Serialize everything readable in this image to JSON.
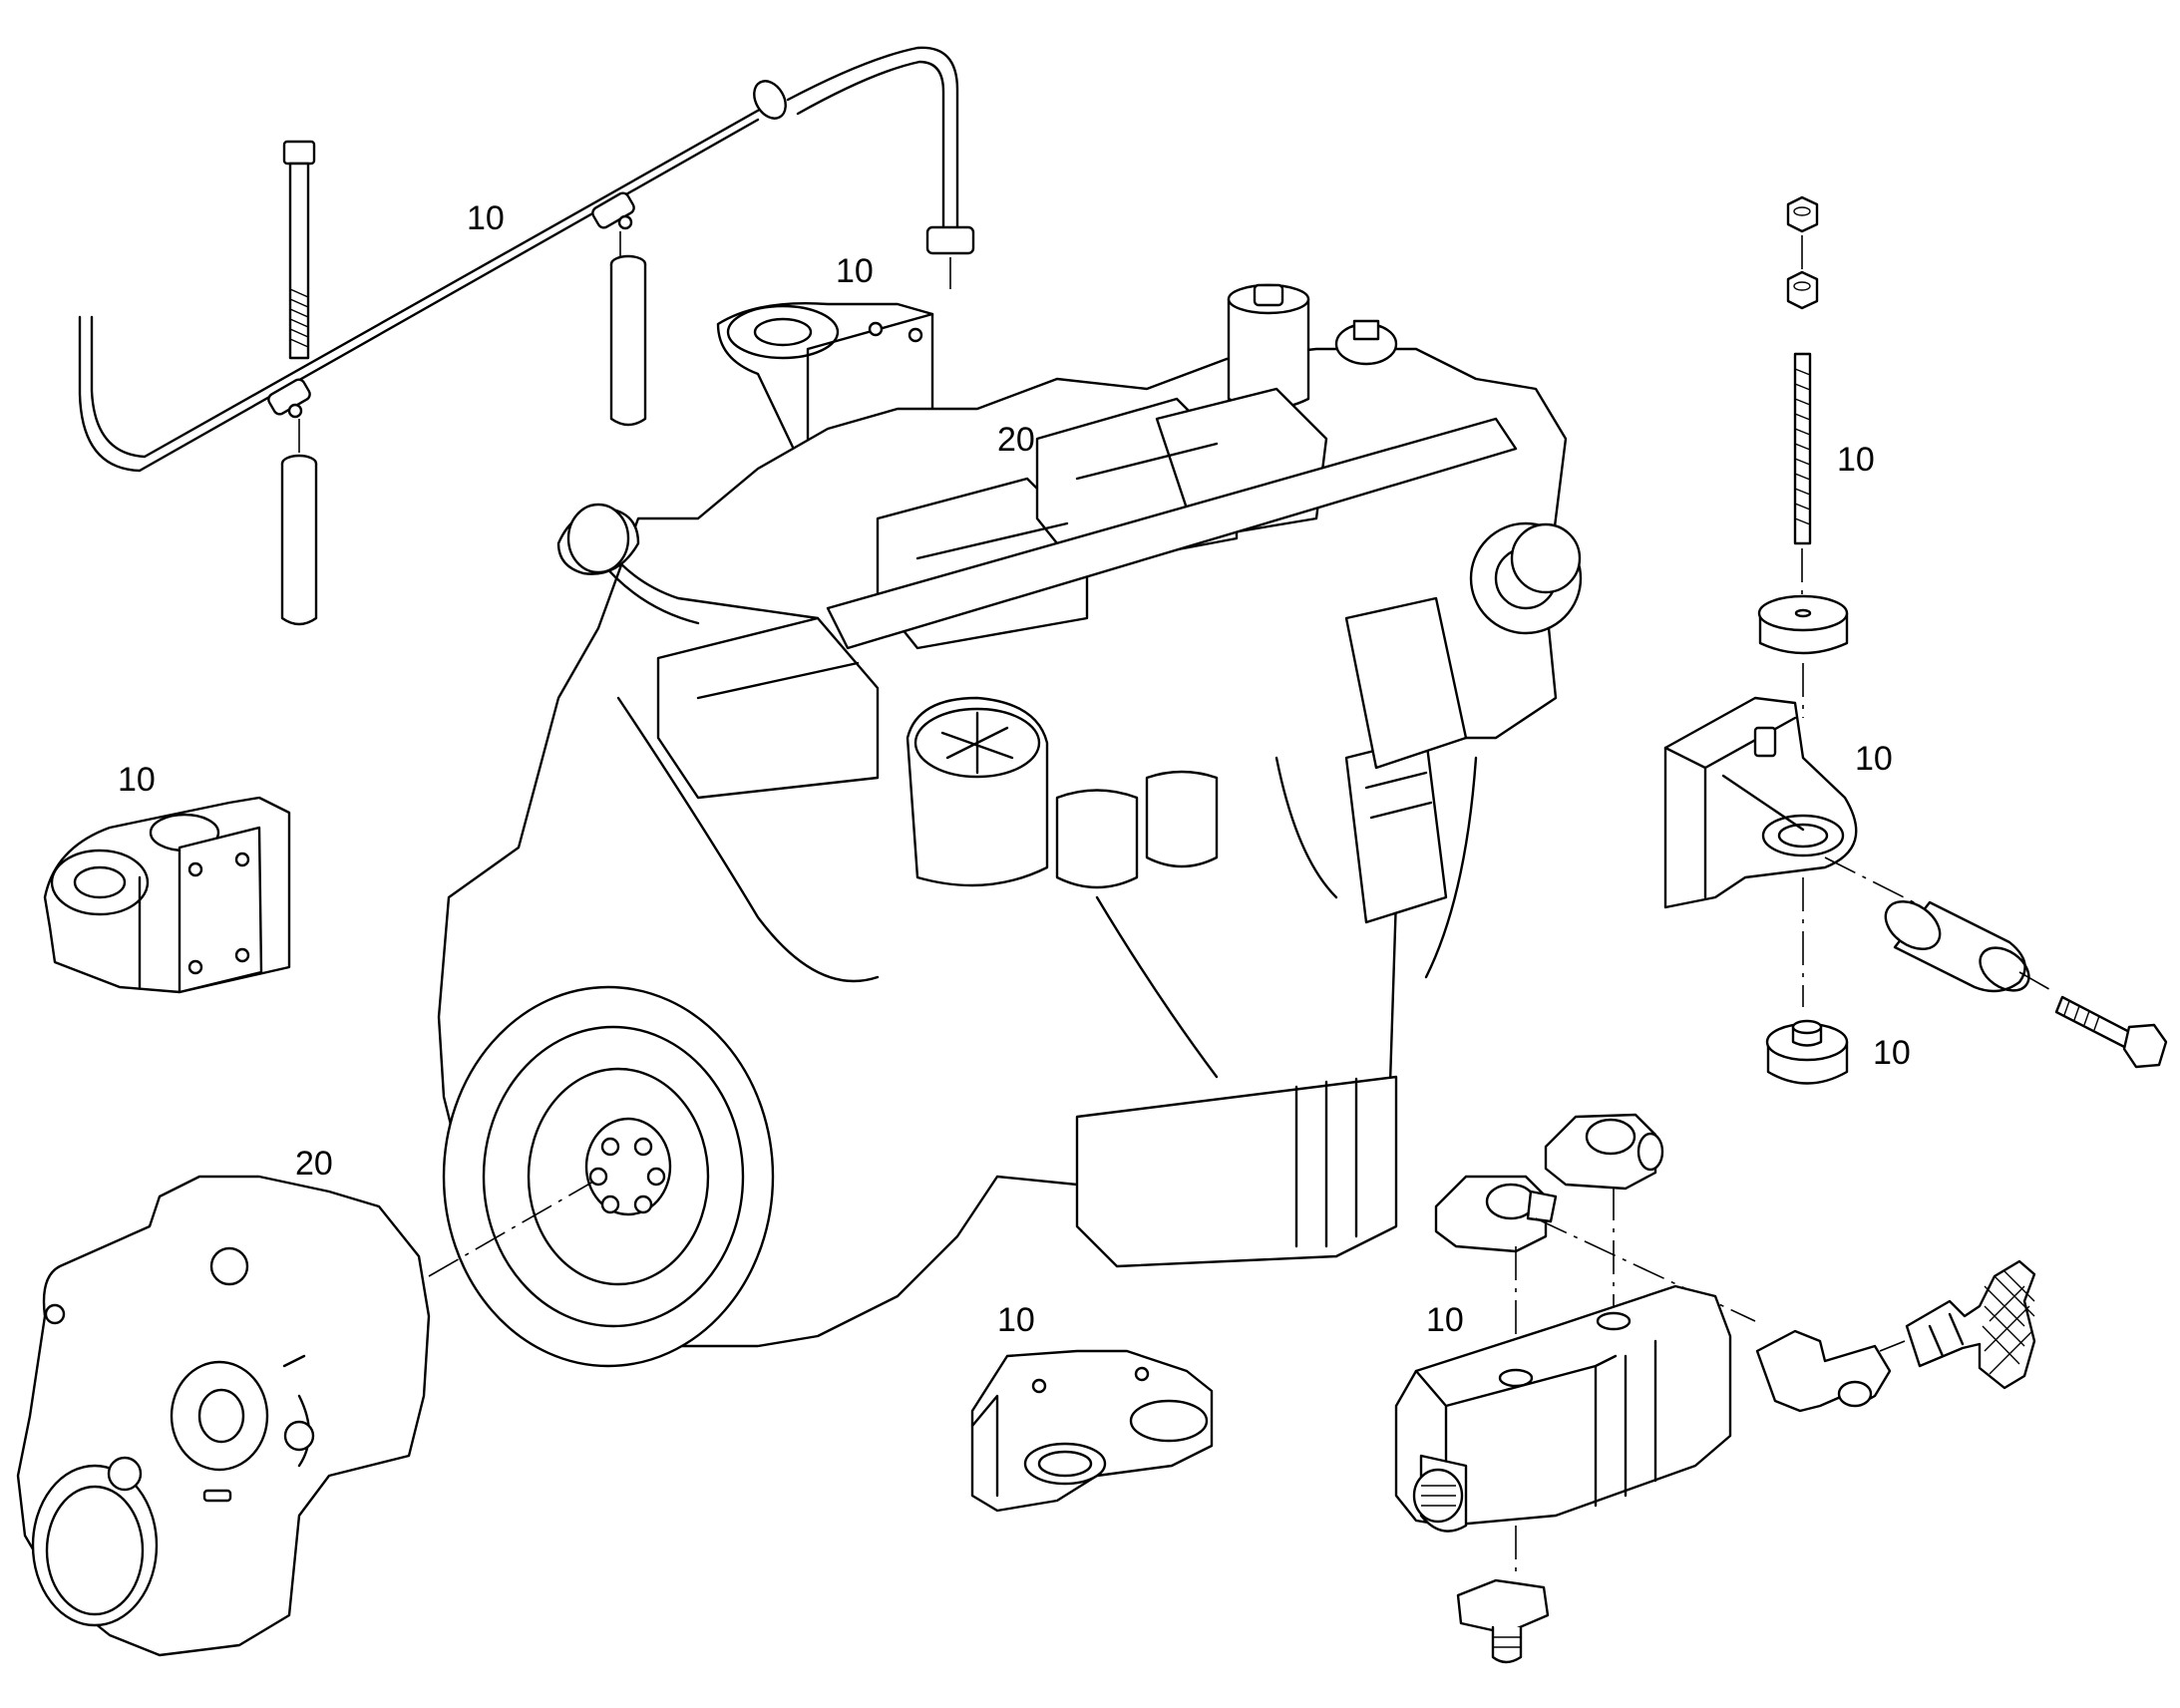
{
  "callouts": {
    "fuel_line_top": "10",
    "bracket_top_center": "10",
    "engine_top": "20",
    "stud_right": "10",
    "rear_mount_right": "10",
    "rubber_mount_right": "10",
    "mount_left": "10",
    "flywheel_housing": "20",
    "mount_bottom_center": "10",
    "hydraulic_pump": "10"
  }
}
